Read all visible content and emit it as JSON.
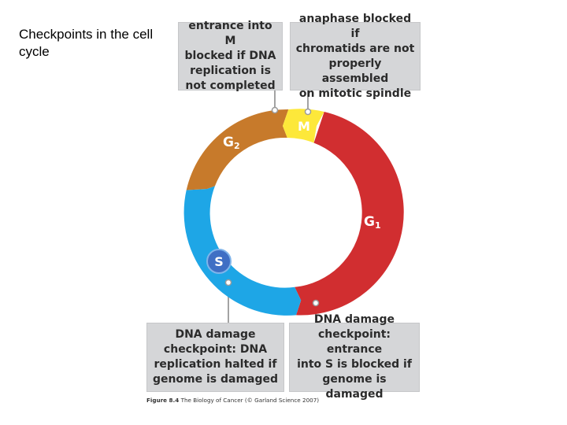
{
  "slide": {
    "title": "Checkpoints in the cell cycle"
  },
  "phases": {
    "m": "M",
    "g1": "G",
    "g1_sub": "1",
    "g2": "G",
    "g2_sub": "2",
    "s": "S"
  },
  "callouts": {
    "g2_m": "entrance into M\nblocked if DNA\nreplication is\nnot completed",
    "spindle": "anaphase blocked if\nchromatids are not\nproperly assembled\non mitotic spindle",
    "s_phase": "DNA damage\ncheckpoint: DNA\nreplication halted if\ngenome is damaged",
    "g1_s": "DNA damage\ncheckpoint: entrance\ninto S is blocked if\ngenome is damaged"
  },
  "caption": {
    "figure": "Figure 8.4",
    "source": " The Biology of Cancer (© Garland Science 2007)"
  },
  "colors": {
    "m": "#fde83a",
    "g1": "#d12e30",
    "g2": "#c77a2b",
    "s": "#1ea6e6",
    "s_badge": "#3f6fc4",
    "callout_bg": "#d5d6d8",
    "pointer": "#a0a0a0"
  }
}
